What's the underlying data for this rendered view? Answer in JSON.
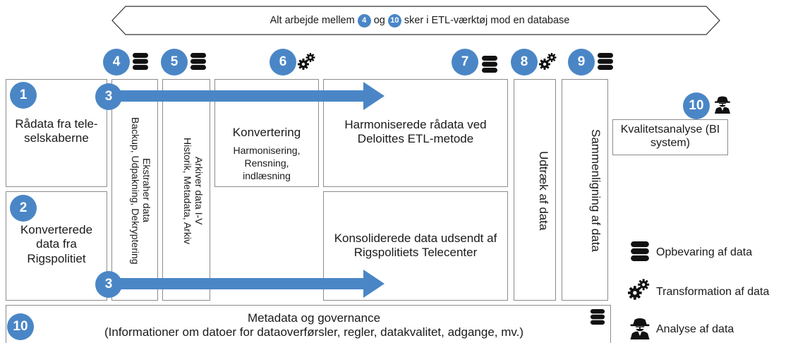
{
  "banner": {
    "before": "Alt arbejde mellem",
    "badge_a": "4",
    "middle": "og",
    "badge_b": "10",
    "after": "sker i ETL-værktøj mod en database"
  },
  "steps": {
    "s1": "1",
    "s2": "2",
    "s3": "3",
    "s4": "4",
    "s5": "5",
    "s6": "6",
    "s7": "7",
    "s8": "8",
    "s9": "9",
    "s10": "10"
  },
  "boxes": {
    "raw_source": "Rådata fra tele-selskaberne",
    "converted_source": "Konverterede data fra Rigspolitiet",
    "extract": {
      "title": "Ekstraher data",
      "subtitle": "Backup, Udpakning, Dekryptering"
    },
    "archive": {
      "title": "Arkiver data I-V",
      "subtitle": "Historik, Metadata, Arkiv"
    },
    "conversion": {
      "title": "Konvertering",
      "subtitle": "Harmonisering, Rensning, indlæsning"
    },
    "harmonized": "Harmoniserede rådata ved Deloittes ETL-metode",
    "consolidated": "Konsoliderede data udsendt af Rigspolitiets Telecenter",
    "extraction": "Udtræk af data",
    "comparison": "Sammenligning af data",
    "quality": "Kvalitetsanalyse (BI system)",
    "metadata": {
      "title": "Metadata og governance",
      "subtitle": "(Informationer om datoer for dataoverførsler, regler, datakvalitet, adgange, mv.)"
    }
  },
  "legend": {
    "storage": "Opbevaring af data",
    "transformation": "Transformation af data",
    "analysis": "Analyse af data"
  },
  "colors": {
    "badge": "#4a86c6",
    "arrow": "#4a86c6",
    "border": "#8c8c8c"
  }
}
